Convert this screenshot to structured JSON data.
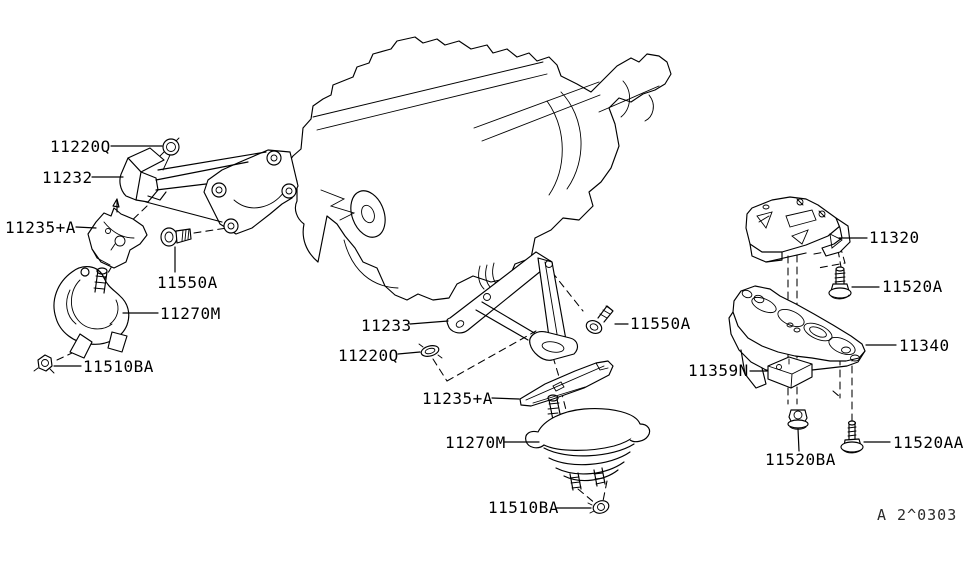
{
  "page": {
    "bg_color": "#ffffff",
    "line_color": "#000000",
    "footer_code": "A  2^0303"
  },
  "labels": {
    "engine_front": {
      "nut_11220Q": "11220Q",
      "bracket_11232": "11232",
      "damper_11235A": "11235+A",
      "bolt_11550A": "11550A",
      "insulator_11270M": "11270M",
      "nut_11510BA": "11510BA"
    },
    "engine_rear": {
      "bracket_11233": "11233",
      "washer_11220Q": "11220Q",
      "damper_11235A": "11235+A",
      "insulator_11270M": "11270M",
      "nut_11510BA": "11510BA",
      "bolt_11550A": "11550A"
    },
    "transmission": {
      "bracket_11320": "11320",
      "bolt_11520A": "11520A",
      "member_11340": "11340",
      "damper_11359N": "11359N",
      "nut_11520BA": "11520BA",
      "bolt_11520AA": "11520AA"
    }
  }
}
